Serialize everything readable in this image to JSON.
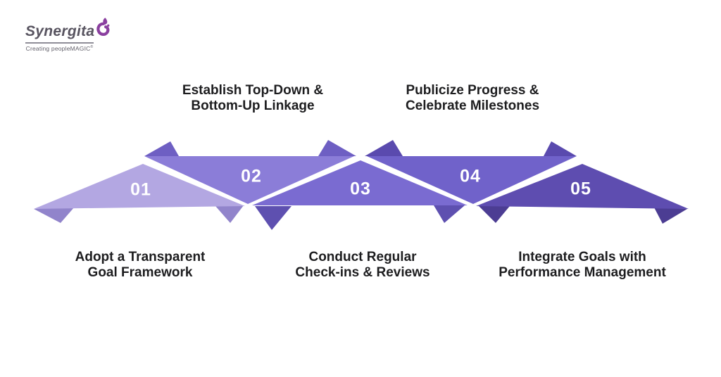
{
  "logo": {
    "name": "Synergita",
    "tagline": "Creating peopleMAGIC",
    "tagline_mark": "®"
  },
  "steps": [
    {
      "number": "01",
      "title": "Adopt a Transparent\nGoal Framework",
      "label_position": "below",
      "color": "#b3a7e2",
      "fold_color": "#9184cb"
    },
    {
      "number": "02",
      "title": "Establish Top-Down &\nBottom-Up Linkage",
      "label_position": "above",
      "color": "#8b7dd8",
      "fold_color": "#6e5fc3"
    },
    {
      "number": "03",
      "title": "Conduct Regular\nCheck-ins & Reviews",
      "label_position": "below",
      "color": "#7a6bd1",
      "fold_color": "#5e50b0"
    },
    {
      "number": "04",
      "title": "Publicize Progress &\nCelebrate Milestones",
      "label_position": "above",
      "color": "#7062ca",
      "fold_color": "#5a4aae"
    },
    {
      "number": "05",
      "title": "Integrate Goals with\nPerformance Management",
      "label_position": "below",
      "color": "#5e4db0",
      "fold_color": "#4c3d93"
    }
  ],
  "colors": {
    "background": "#ffffff",
    "title_text": "#1d1d1f",
    "step_number_text": "#ffffff",
    "logo_text": "#585460",
    "logo_accent": "#8a3f9f"
  }
}
